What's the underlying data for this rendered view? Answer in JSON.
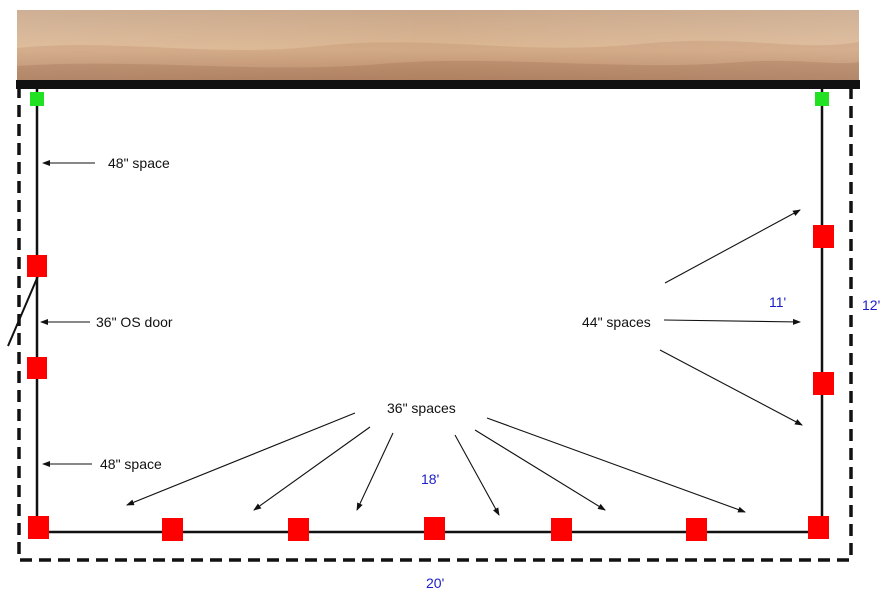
{
  "colors": {
    "frame": "#111111",
    "dashed": "#111111",
    "post": "#ff0000",
    "corner_post": "#22e022",
    "dimension_text": "#1c1cc8",
    "sky_top": "#c9a78a",
    "sky_mid": "#dcb792",
    "sky_bottom": "#b08363"
  },
  "labels": {
    "left_top_space": "48\" space",
    "left_door": "36\" OS door",
    "left_bottom_space": "48\" space",
    "right_spaces": "44\" spaces",
    "bottom_spaces": "36\" spaces"
  },
  "dimensions": {
    "inner_depth": "11'",
    "outer_depth": "12'",
    "inner_width": "18'",
    "outer_width": "20'"
  },
  "icons": {
    "post": "red-square-post",
    "corner_post": "green-square-post",
    "door": "door-swing-line"
  }
}
